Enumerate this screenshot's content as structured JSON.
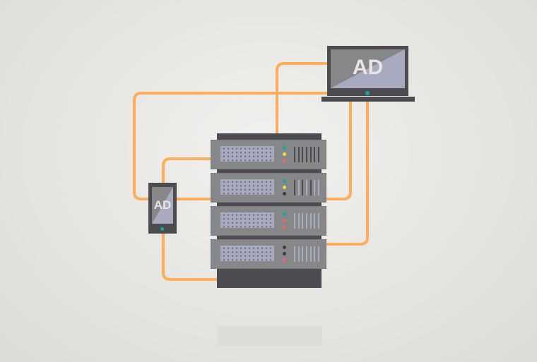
{
  "diagram": {
    "title": "",
    "description": "Network diagram: a laptop and a smartphone each displaying an ad connected by cables to a 4-unit server rack",
    "colors": {
      "background": "#e9e8e5",
      "cable": "#fcae5c",
      "device_frame": "#4c4b50",
      "screen_dark": "#858789",
      "screen_light": "#a9a9c0",
      "server_body": "#858789",
      "grill": "#a9a9c0",
      "led_teal": "#14a89a",
      "led_yellow": "#e5e345",
      "led_red": "#f0646e",
      "led_off": "#3f3f42",
      "vent_dark": "#4c4b50",
      "vent_light": "#a9a9c0"
    },
    "laptop": {
      "label": "AD",
      "icon": "laptop-icon",
      "power_led": "teal"
    },
    "phone": {
      "label": "AD",
      "icon": "smartphone-icon",
      "power_led": "teal"
    },
    "rack": {
      "icon": "server-rack-icon",
      "units": [
        {
          "name": "server-1",
          "leds": [
            "teal",
            "yellow",
            "red"
          ],
          "vents": "dark"
        },
        {
          "name": "server-2",
          "leds": [
            "teal",
            "yellow",
            "off"
          ],
          "vents": "mixed"
        },
        {
          "name": "server-3",
          "leds": [
            "teal",
            "red",
            "red"
          ],
          "vents": "light"
        },
        {
          "name": "server-4",
          "leds": [
            "off",
            "off",
            "red"
          ],
          "vents": "light"
        }
      ]
    },
    "connections": [
      {
        "from": "laptop",
        "to": "rack-top"
      },
      {
        "from": "laptop",
        "to": "phone"
      },
      {
        "from": "laptop",
        "to": "server-2"
      },
      {
        "from": "laptop",
        "to": "server-4"
      },
      {
        "from": "phone",
        "to": "server-1"
      },
      {
        "from": "phone",
        "to": "server-2"
      },
      {
        "from": "phone",
        "to": "rack-base"
      }
    ]
  }
}
